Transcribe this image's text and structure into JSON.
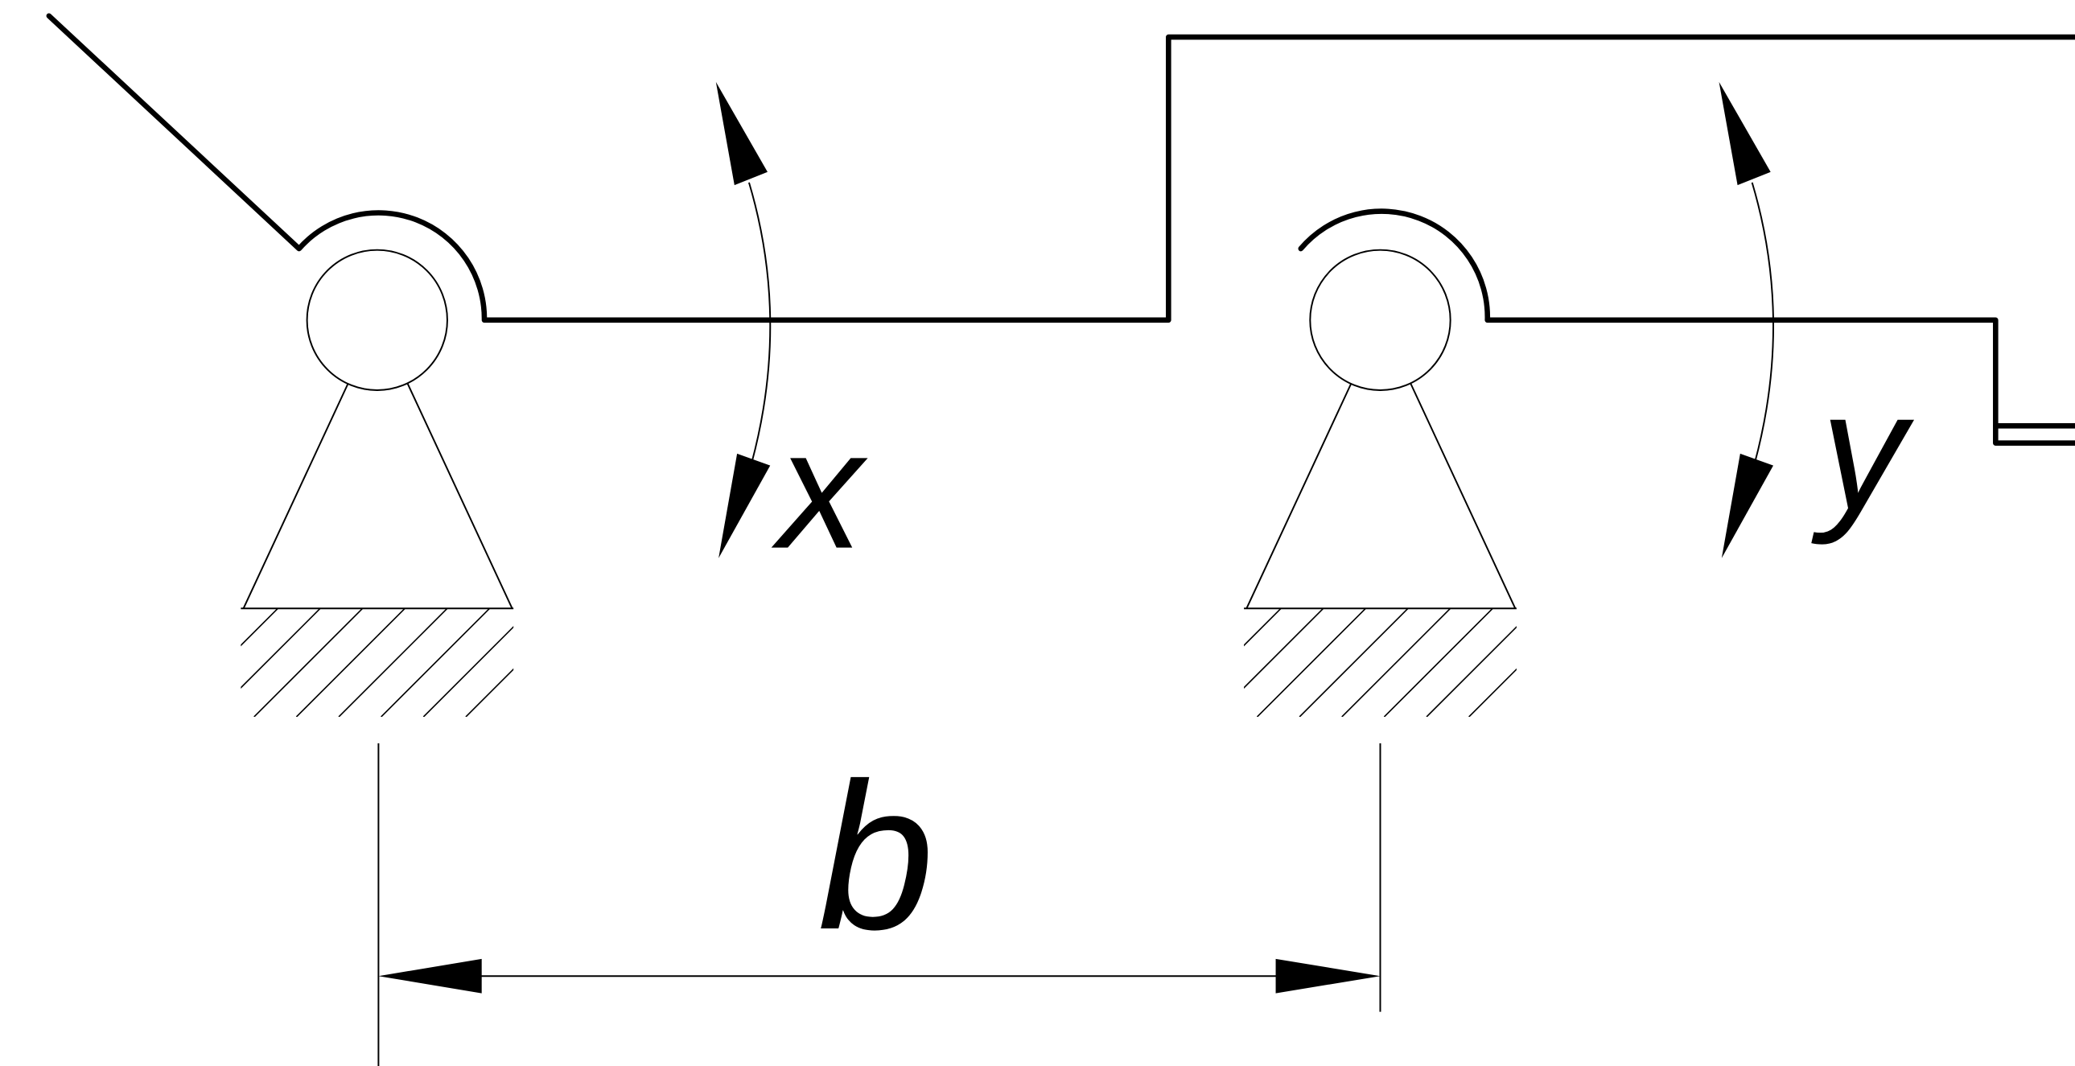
{
  "labels": {
    "angle_x": "x",
    "angle_y": "y",
    "distance_b": "b"
  },
  "colors": {
    "line": "#000000",
    "background": "#ffffff"
  }
}
